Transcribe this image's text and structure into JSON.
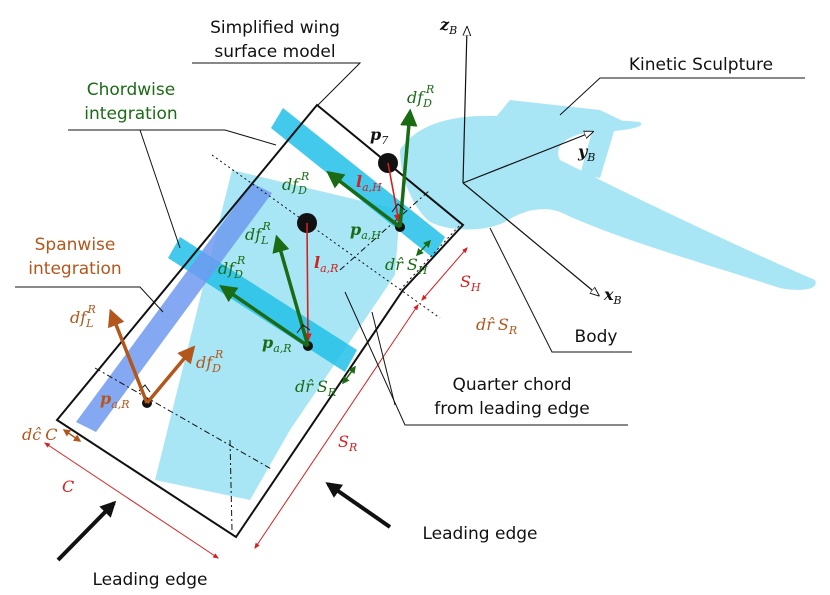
{
  "labels": {
    "wing_model_line1": "Simplified wing",
    "wing_model_line2": "surface model",
    "kinetic": "Kinetic Sculpture",
    "chordwise_line1": "Chordwise",
    "chordwise_line2": "integration",
    "spanwise_line1": "Spanwise",
    "spanwise_line2": "integration",
    "body": "Body",
    "quarter_line1": "Quarter chord",
    "quarter_line2": "from leading edge",
    "leading_edge_right": "Leading edge",
    "leading_edge_left": "Leading edge"
  },
  "math": {
    "z": "z",
    "z_sub": "B",
    "y": "y",
    "y_sub": "B",
    "x": "x",
    "x_sub": "B",
    "df": "df",
    "D": "D",
    "L": "L",
    "R": "R",
    "p": "p",
    "seven": "7",
    "l": "l",
    "aH": "a,H",
    "aR": "a,R",
    "dr": "dr̂",
    "dc": "dĉ",
    "S": "S",
    "H": "H",
    "C": "C"
  },
  "colors": {
    "wing_fill": "#a9e6f5",
    "strip": "#22bfe8",
    "span_strip": "#6f9af0",
    "green": "#1a6b14",
    "red": "#d42020",
    "brown": "#b3561c"
  }
}
